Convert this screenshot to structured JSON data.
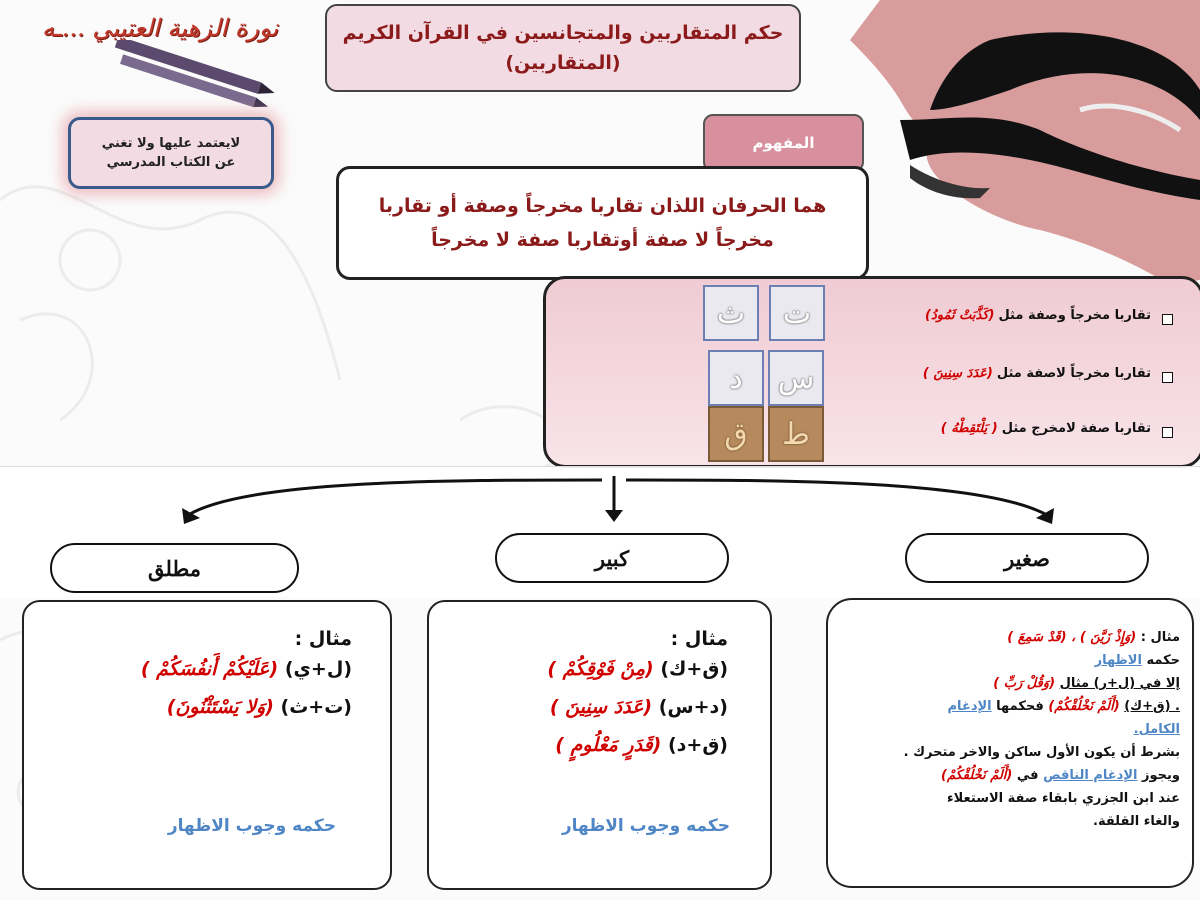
{
  "logo": {
    "text": "نورة الزهية العتيبي ...ـه"
  },
  "disclaimer": {
    "line1": "لايعتمد عليها ولا تغني",
    "line2": "عن الكتاب المدرسي"
  },
  "title": {
    "line1": "حكم المتقاربين والمتجانسين في القرآن الكريم",
    "line2": "(المتقاربين)"
  },
  "concept": {
    "tab_label": "المفهوم",
    "line1": "هما الحرفان اللذان تقاربا مخرجاً وصفة أو تقاربا",
    "line2": "مخرجاً لا صفة أوتقاربا صفة لا مخرجاً"
  },
  "types": [
    {
      "text": "تقاربا مخرجاً وصفة مثل",
      "example": "(كَذَّبَتْ ثَمُودُ)",
      "letters": [
        "ت",
        "ث"
      ]
    },
    {
      "text": "تقاربا مخرجاً لاصفة مثل",
      "example": "(عَدَدَ سِنِينَ )",
      "letters": [
        "س",
        "د"
      ]
    },
    {
      "text": "تقاربا صفة لامخرج مثل",
      "example": "( يَلْتَقِطْهُ )",
      "letters": [
        "ط",
        "ق"
      ]
    }
  ],
  "categories": {
    "small": "صغير",
    "large": "كبير",
    "absolute": "مطلق"
  },
  "absolute_panel": {
    "example_label": "مثال :",
    "lines": [
      {
        "pair": "(ل+ي)",
        "example": "(عَلَيْكُمْ أَنفُسَكُمْ )"
      },
      {
        "pair": "(ت+ث)",
        "example": "(وَلا يَسْتَثْنُونَ)"
      }
    ],
    "ruling": "حكمه وجوب الاظهار"
  },
  "large_panel": {
    "example_label": "مثال :",
    "lines": [
      {
        "pair": "(ق+ك)",
        "example": "(مِنْ فَوْقِكُمْ )"
      },
      {
        "pair": "(د+س)",
        "example": "(عَدَدَ سِنِينَ )"
      },
      {
        "pair": "(ق+د)",
        "example": "(قَدَرٍ مَعْلُومٍ )"
      }
    ],
    "ruling": "حكمه وجوب الاظهار"
  },
  "small_panel": {
    "l1_label": "مثال :",
    "l1_example": "(وَإِذْ زَيَّنَ ) ، (قَدْ سَمِعَ )",
    "l2_text": "حكمه",
    "l2_link": "الاظهار",
    "l3_text": "إلا في (ل+ر)  مثال",
    "l3_example": "(وَقُلْ رَبِّ )",
    "l4_pair": ". (ق+ك)",
    "l4_example": "(أَلَمْ نَخْلُقْكُمْ)",
    "l4_text": "فحكمها",
    "l4_link": "الإدغام",
    "l5_link": "الكامل.",
    "l6": "بشرط أن يكون الأول ساكن والاخر متحرك .",
    "l7_text": "ويجوز",
    "l7_link": "الإدغام الناقص",
    "l7_in": "في",
    "l7_example": "(أَلَمْ نَخْلُقْكُمْ)",
    "l8": "عند ابن الجزري بابقاء صفة الاستعلاء",
    "l9": "والغاء القلقة."
  },
  "colors": {
    "rose": "#f3dbe3",
    "dark_rose": "#d8909e",
    "red_text": "#d00000",
    "blue_text": "#4f86c6",
    "title_text": "#8b1a1a"
  }
}
